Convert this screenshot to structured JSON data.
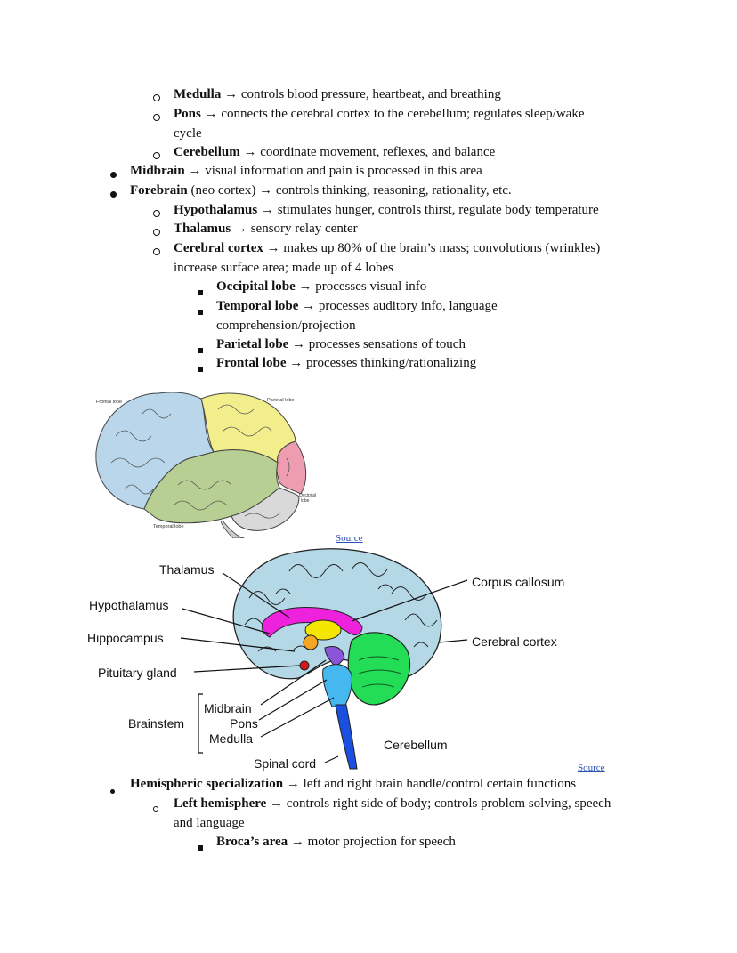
{
  "sub1": [
    {
      "term": "Medulla",
      "text": " → controls blood pressure, heartbeat, and breathing"
    },
    {
      "term": "Pons",
      "text": " → connects the cerebral cortex to the cerebellum; regulates sleep/wake",
      "cont": "cycle"
    },
    {
      "term": "Cerebellum",
      "text": " → coordinate movement, reflexes, and balance"
    }
  ],
  "main1": [
    {
      "term": "Midbrain",
      "text": " → visual information and pain is processed in this area"
    },
    {
      "term": "Forebrain",
      "text": " (neo cortex) → controls thinking, reasoning, rationality, etc."
    }
  ],
  "sub2": [
    {
      "term": "Hypothalamus",
      "text": " → stimulates hunger, controls thirst, regulate body temperature"
    },
    {
      "term": "Thalamus",
      "text": " → sensory relay center"
    },
    {
      "term": "Cerebral cortex",
      "text": " → makes up 80% of the brain’s mass; convolutions (wrinkles)",
      "cont": "increase surface area; made up of 4 lobes"
    }
  ],
  "lobes": [
    {
      "term": "Occipital lobe",
      "text": " → processes visual info"
    },
    {
      "term": "Temporal lobe",
      "text": " → processes auditory info, language",
      "cont": "comprehension/projection"
    },
    {
      "term": "Parietal lobe",
      "text": " → processes sensations of touch"
    },
    {
      "term": "Frontal lobe",
      "text": " → processes thinking/rationalizing"
    }
  ],
  "lobe_figure": {
    "frontal": "Frontal lobe",
    "parietal": "Parietal lobe",
    "occipital_1": "Occipital",
    "occipital_2": "lobe",
    "temporal": "Temporal lobe",
    "colors": {
      "frontal": "#b9d6ea",
      "parietal": "#f3ee8c",
      "temporal": "#b8cf94",
      "occipital": "#ee9db0",
      "cerebellum": "#d9d9d9"
    }
  },
  "source_label": "Source",
  "brain_figure": {
    "thalamus": "Thalamus",
    "hypothalamus": "Hypothalamus",
    "hippocampus": "Hippocampus",
    "pituitary": "Pituitary gland",
    "brainstem": "Brainstem",
    "midbrain": "Midbrain",
    "pons": "Pons",
    "medulla": "Medulla",
    "spinal": "Spinal cord",
    "corpus": "Corpus callosum",
    "cortex": "Cerebral cortex",
    "cerebellum": "Cerebellum",
    "colors": {
      "cortex": "#b5d8e6",
      "corpus": "#ee22dd",
      "thalamus": "#f5e600",
      "cerebellum": "#22dd55",
      "stem": "#1a4fe0",
      "midbrain": "#8a55d8",
      "pons_area": "#45b8f0"
    }
  },
  "main2": [
    {
      "term": "Hemispheric specialization",
      "text": " → left and right brain handle/control certain functions"
    }
  ],
  "sub3": [
    {
      "term": "Left hemisphere",
      "text": " →  controls right side of body; controls problem solving, speech",
      "cont": "and language"
    }
  ],
  "lobes2": [
    {
      "term": "Broca’s area",
      "text": " → motor projection for speech"
    }
  ]
}
